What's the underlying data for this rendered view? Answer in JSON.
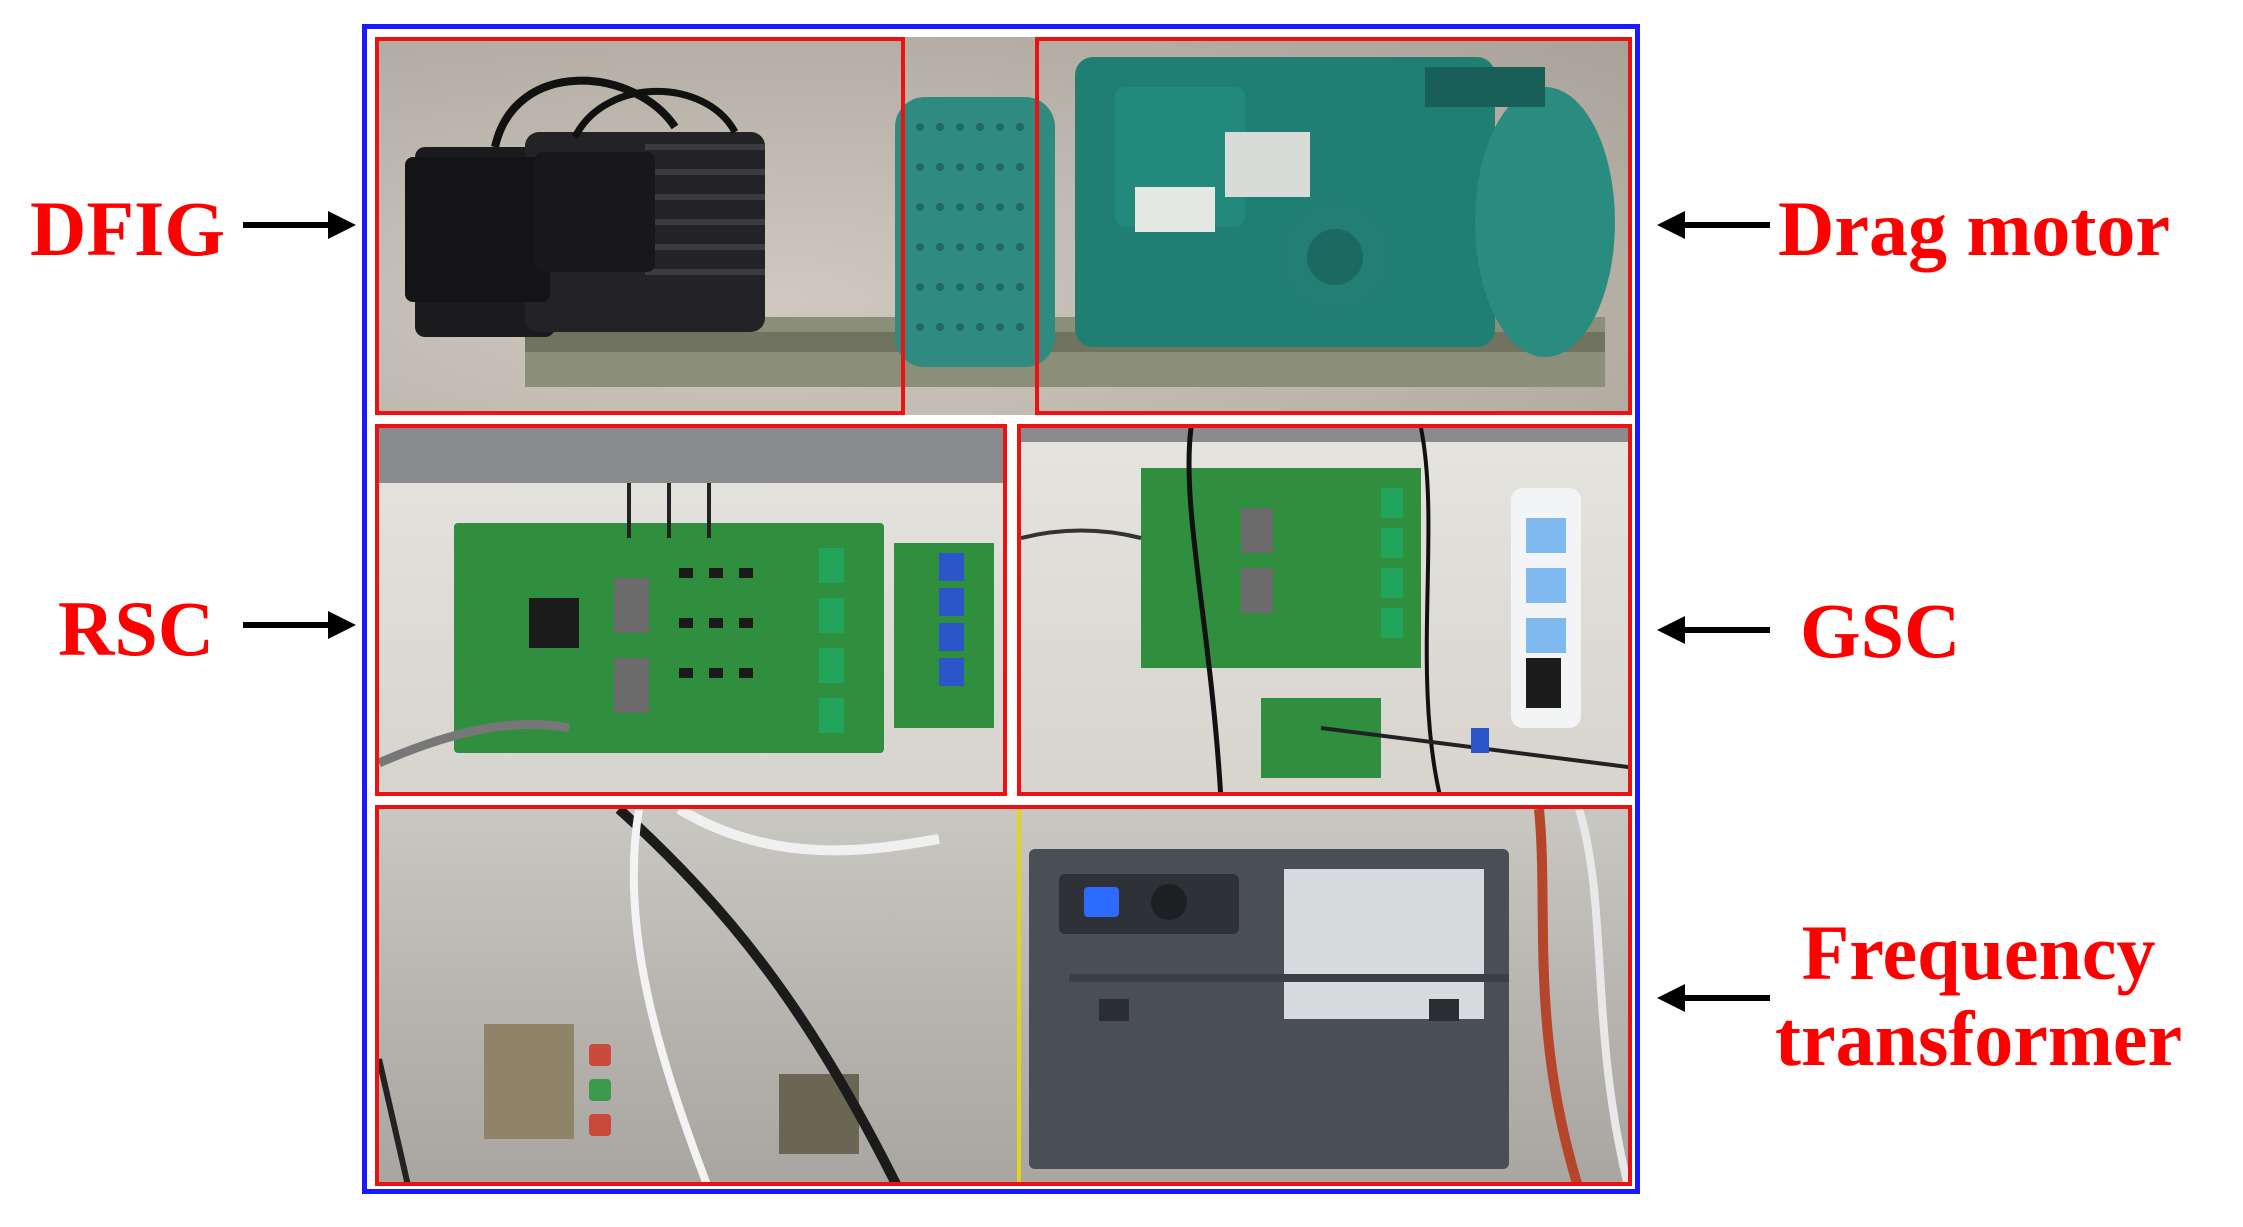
{
  "labels": {
    "dfig": "DFIG",
    "drag_motor": "Drag motor",
    "rsc": "RSC",
    "gsc": "GSC",
    "frequency_line1": "Frequency",
    "frequency_line2": "transformer"
  },
  "colors": {
    "label_red": "#ff0000",
    "outer_frame_blue": "#1a1aff",
    "panel_frame_red": "#ee1111",
    "motor_green": "#1f7f73",
    "pcb_green": "#2f8f3f",
    "device_gray": "#4a4e55"
  },
  "icons": {
    "pointer": "left-arrow-icon"
  }
}
